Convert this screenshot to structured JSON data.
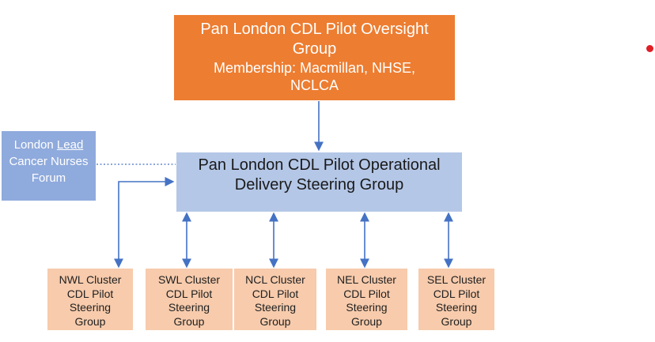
{
  "colors": {
    "oversight_fill": "#ED7D31",
    "operational_fill": "#B4C7E7",
    "forum_fill": "#8FAADC",
    "cluster_fill": "#F7CBAC",
    "connector_blue": "#4472C4",
    "red_dot": "#E01E26",
    "oversight_text": "#FFFFFF",
    "body_text": "#1A1A1A"
  },
  "oversight_box": {
    "line1": "Pan London CDL Pilot Oversight",
    "line2": "Group",
    "line3": "Membership: Macmillan, NHSE,",
    "line4": "NCLCA"
  },
  "operational_box": {
    "line1": "Pan London CDL Pilot Operational",
    "line2": "Delivery Steering Group"
  },
  "forum_box": {
    "line1_plain": "London",
    "line1_underlined": "Lead",
    "line2": "Cancer Nurses",
    "line3": "Forum"
  },
  "clusters": [
    {
      "l1": "NWL Cluster",
      "l2": "CDL Pilot",
      "l3": "Steering",
      "l4": "Group"
    },
    {
      "l1": "SWL Cluster",
      "l2": "CDL Pilot",
      "l3": "Steering",
      "l4": "Group"
    },
    {
      "l1": "NCL Cluster",
      "l2": "CDL Pilot",
      "l3": "Steering",
      "l4": "Group"
    },
    {
      "l1": "NEL Cluster",
      "l2": "CDL Pilot",
      "l3": "Steering",
      "l4": "Group"
    },
    {
      "l1": "SEL Cluster",
      "l2": "CDL Pilot",
      "l3": "Steering",
      "l4": "Group"
    }
  ]
}
